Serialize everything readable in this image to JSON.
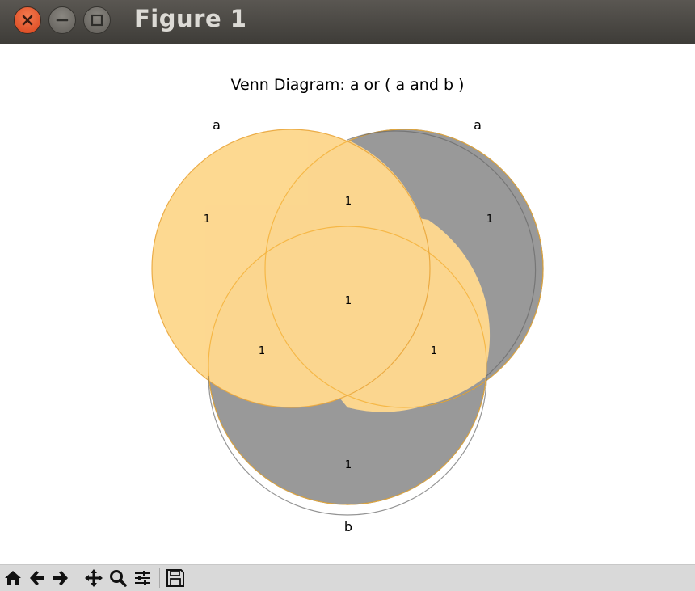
{
  "window": {
    "title": "Figure 1"
  },
  "window_controls": {
    "close": "close-icon",
    "minimize": "minimize-icon",
    "maximize": "maximize-icon"
  },
  "figure": {
    "title": "Venn Diagram: a or ( a and b )",
    "set_labels": {
      "top_left": "a",
      "top_right": "a",
      "bottom": "b"
    },
    "colors": {
      "highlighted": "#fdd88f",
      "highlighted_edge": "#f5a51a",
      "other": "#999999",
      "other_edge": "#666666"
    }
  },
  "chart_data": {
    "type": "venn",
    "title": "Venn Diagram: a or ( a and b )",
    "sets": [
      "a",
      "a",
      "b"
    ],
    "regions": [
      {
        "sets": [
          "a"
        ],
        "value": "1",
        "highlighted": true
      },
      {
        "sets": [
          "a (right)"
        ],
        "value": "1",
        "highlighted": false
      },
      {
        "sets": [
          "b"
        ],
        "value": "1",
        "highlighted": false
      },
      {
        "sets": [
          "a",
          "a (right)"
        ],
        "value": "1",
        "highlighted": true
      },
      {
        "sets": [
          "a",
          "b"
        ],
        "value": "1",
        "highlighted": true
      },
      {
        "sets": [
          "a (right)",
          "b"
        ],
        "value": "1",
        "highlighted": true
      },
      {
        "sets": [
          "a",
          "a (right)",
          "b"
        ],
        "value": "1",
        "highlighted": true
      }
    ]
  },
  "toolbar": {
    "items": [
      "home-icon",
      "back-icon",
      "forward-icon",
      "pan-icon",
      "zoom-icon",
      "configure-subplots-icon",
      "save-icon"
    ]
  }
}
